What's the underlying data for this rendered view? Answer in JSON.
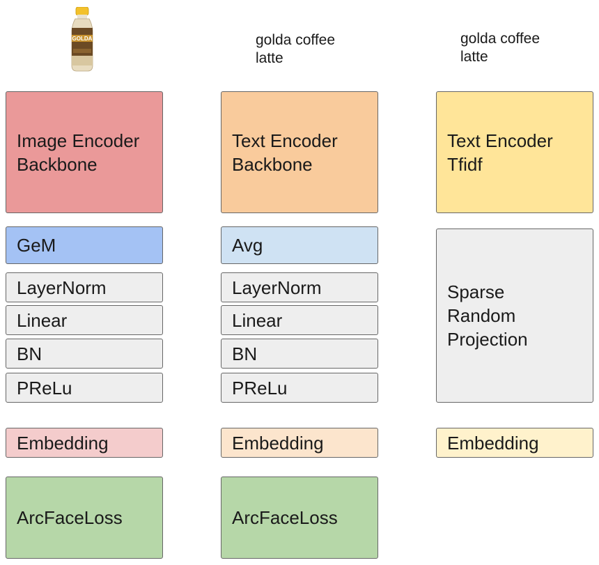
{
  "inputs": {
    "image_alt": "golda coffee latte bottle",
    "caption_2": "golda coffee\nlatte",
    "caption_3": "golda coffee\nlatte"
  },
  "columns": [
    {
      "backbone": "Image Encoder\nBackbone",
      "pool": "GeM",
      "layers": [
        "LayerNorm",
        "Linear",
        "BN",
        "PReLu"
      ],
      "embedding": "Embedding",
      "loss": "ArcFaceLoss"
    },
    {
      "backbone": "Text Encoder\nBackbone",
      "pool": "Avg",
      "layers": [
        "LayerNorm",
        "Linear",
        "BN",
        "PReLu"
      ],
      "embedding": "Embedding",
      "loss": "ArcFaceLoss"
    },
    {
      "backbone": "Text Encoder\nTfidf",
      "projection": "Sparse\nRandom\nProjection",
      "embedding": "Embedding"
    }
  ],
  "colors": {
    "image_backbone": "#ea9999",
    "text_backbone": "#f9cb9c",
    "tfidf_backbone": "#ffe599",
    "gem": "#a4c2f4",
    "avg": "#cfe2f3",
    "layer": "#eeeeee",
    "emb_image": "#f4cccc",
    "emb_text": "#fce5cd",
    "emb_tfidf": "#fff2cc",
    "loss": "#b6d7a8"
  }
}
